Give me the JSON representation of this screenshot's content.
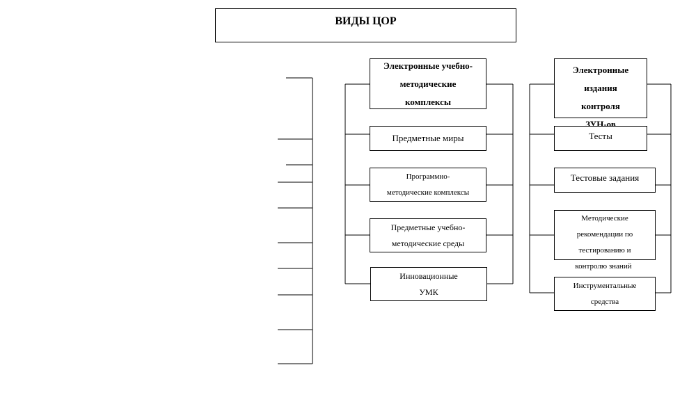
{
  "diagram": {
    "title": "ВИДЫ ЦОР",
    "column_center": {
      "header": [
        "Электронные учебно-",
        "методические",
        "комплексы"
      ],
      "items": [
        [
          "Предметные миры"
        ],
        [
          "Программно-",
          "методические комплексы"
        ],
        [
          "Предметные учебно-",
          "методические среды"
        ],
        [
          "Инновационные",
          "УМК"
        ]
      ]
    },
    "column_right": {
      "header": [
        "Электронные",
        "издания",
        "контроля",
        "ЗУН-ов"
      ],
      "items": [
        [
          "Тесты"
        ],
        [
          "Тестовые задания"
        ],
        [
          "Методические",
          "рекомендации по",
          "тестированию и",
          "контролю знаний"
        ],
        [
          "Инструментальные",
          "средства"
        ]
      ]
    }
  }
}
